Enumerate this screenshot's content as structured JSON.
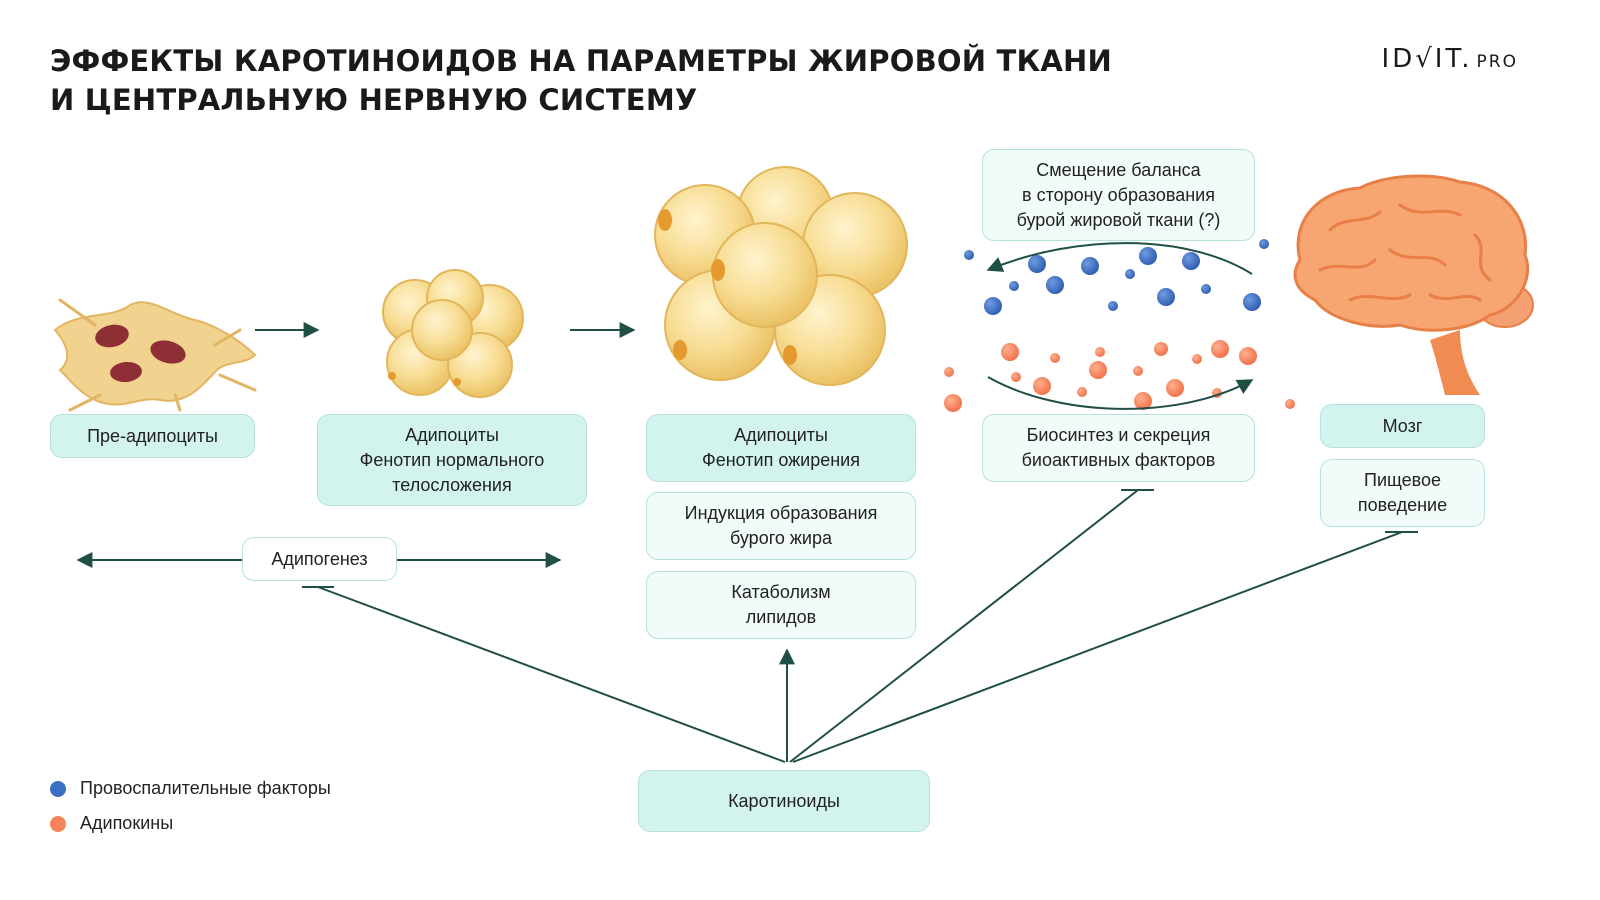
{
  "title": {
    "line1": "ЭФФЕКТЫ КАРОТИНОИДОВ НА ПАРАМЕТРЫ ЖИРОВОЙ ТКАНИ",
    "line2": "И ЦЕНТРАЛЬНУЮ НЕРВНУЮ СИСТЕМУ"
  },
  "logo": {
    "main": "ID√IT.",
    "suffix": "PRO"
  },
  "labels": {
    "preadipocytes": "Пре-адипоциты",
    "normal_adipocytes": [
      "Адипоциты",
      "Фенотип нормального",
      "телосложения"
    ],
    "obese_adipocytes": [
      "Адипоциты",
      "Фенотип ожирения"
    ],
    "brown_induction": [
      "Индукция образования",
      "бурого жира"
    ],
    "lipid_catabolism": [
      "Катаболизм",
      "липидов"
    ],
    "balance_shift": [
      "Смещение баланса",
      "в сторону образования",
      "бурой жировой ткани (?)"
    ],
    "biosynthesis": [
      "Биосинтез и секреция",
      "биоактивных факторов"
    ],
    "brain": "Мозг",
    "eating_behavior": [
      "Пищевое",
      "поведение"
    ],
    "adipogenesis": "Адипогенез",
    "carotenoids": "Каротиноиды"
  },
  "legend": [
    {
      "label": "Провоспалительные факторы",
      "color": "#3a6fc4"
    },
    {
      "label": "Адипокины",
      "color": "#f5825a"
    }
  ],
  "colors": {
    "box_fill": "#d3f3ef",
    "box_border": "#b5e3dc",
    "arrow": "#1f4f45",
    "fat_cell": "#f5d98e",
    "brain": "#f4a070"
  }
}
